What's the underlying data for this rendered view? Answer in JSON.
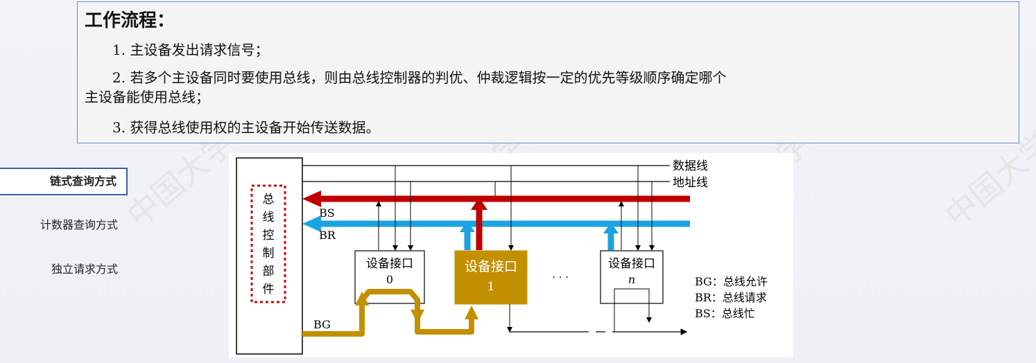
{
  "workflow": {
    "title": "工作流程：",
    "step1": "1. 主设备发出请求信号；",
    "step2a": "2. 若多个主设备同时要使用总线，则由总线控制器的判优、仲裁逻辑按一定的优先等级顺序确定哪个",
    "step2b": "主设备能使用总线；",
    "step3": "3. 获得总线使用权的主设备开始传送数据。"
  },
  "menu": {
    "items": [
      {
        "label": "链式查询方式",
        "active": true
      },
      {
        "label": "计数器查询方式",
        "active": false
      },
      {
        "label": "独立请求方式",
        "active": false
      }
    ]
  },
  "diagram": {
    "controller_chars": [
      "总",
      "线",
      "控",
      "制",
      "部",
      "件"
    ],
    "data_line": "数据线",
    "address_line": "地址线",
    "bs": "BS",
    "br": "BR",
    "bg": "BG",
    "device0_title": "设备接口",
    "device0_index": "0",
    "device1_title": "设备接口",
    "device1_index": "1",
    "devicen_title": "设备接口",
    "devicen_index": "n",
    "ellipsis": "· · ·",
    "legend_bg": "BG：总线允许",
    "legend_br": "BR：总线请求",
    "legend_bs": "BS：总线忙",
    "colors": {
      "bs_red": "#c00000",
      "br_blue": "#1aa3e0",
      "bg_gold": "#c29000",
      "controller_dash": "#d00000"
    }
  },
  "watermark": {
    "text": "中国大学MOOC"
  }
}
